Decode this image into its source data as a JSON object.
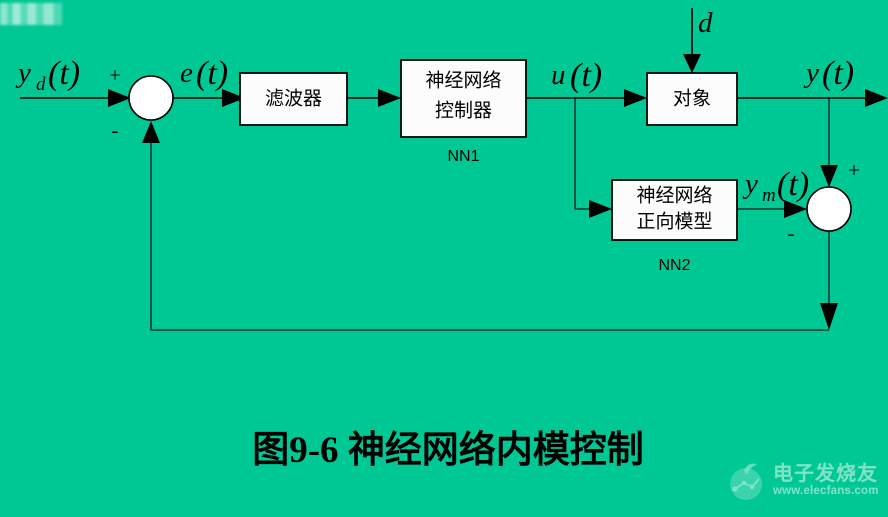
{
  "figure": {
    "background_color": "#00c894",
    "caption": "图9-6  神经网络内模控制",
    "redacted_overlay_name": "redacted-text-block"
  },
  "signals": {
    "reference": {
      "base": "y",
      "sub": "d",
      "arg": "(t)",
      "full": "y_d(t)"
    },
    "error": {
      "base": "e",
      "sub": "",
      "arg": "(t)",
      "full": "e(t)"
    },
    "control": {
      "base": "u",
      "sub": "",
      "arg": "(t)",
      "full": "u(t)"
    },
    "disturbance": {
      "base": "d",
      "sub": "",
      "arg": "",
      "full": "d"
    },
    "plant_output": {
      "base": "y",
      "sub": "",
      "arg": "(t)",
      "full": "y(t)"
    },
    "model_output": {
      "base": "y",
      "sub": "m",
      "arg": "(t)",
      "full": "y_m(t)"
    }
  },
  "blocks": [
    {
      "id": "filter",
      "label": "滤波器",
      "sublabel": ""
    },
    {
      "id": "nn-controller",
      "line1": "神经网络",
      "line2": "控制器",
      "sublabel": "NN1"
    },
    {
      "id": "plant",
      "label": "对象",
      "sublabel": ""
    },
    {
      "id": "nn-forward-model",
      "line1": "神经网络",
      "line2": "正向模型",
      "sublabel": "NN2"
    }
  ],
  "junctions": [
    {
      "id": "summer-error",
      "plus": "+",
      "minus": "-"
    },
    {
      "id": "summer-model",
      "plus": "+",
      "minus": "-"
    }
  ],
  "watermark": {
    "brand": "电子发烧友",
    "url": "www.elecfans.com"
  }
}
